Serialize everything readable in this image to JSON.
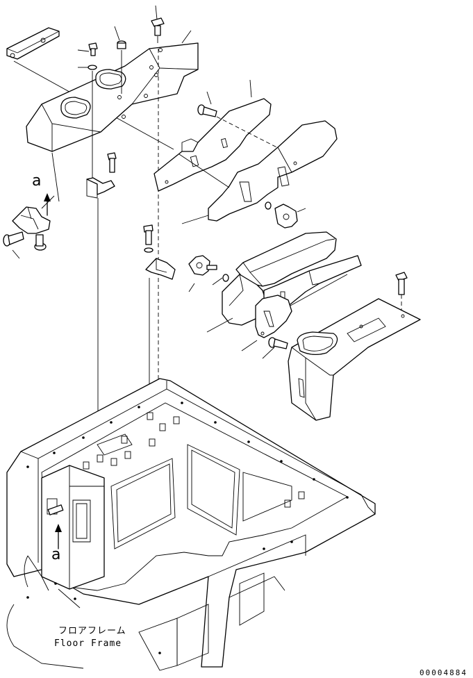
{
  "view_marker": "a",
  "caption": {
    "japanese": "フロアフレーム",
    "english": "Floor Frame"
  },
  "document_number": "00004884"
}
